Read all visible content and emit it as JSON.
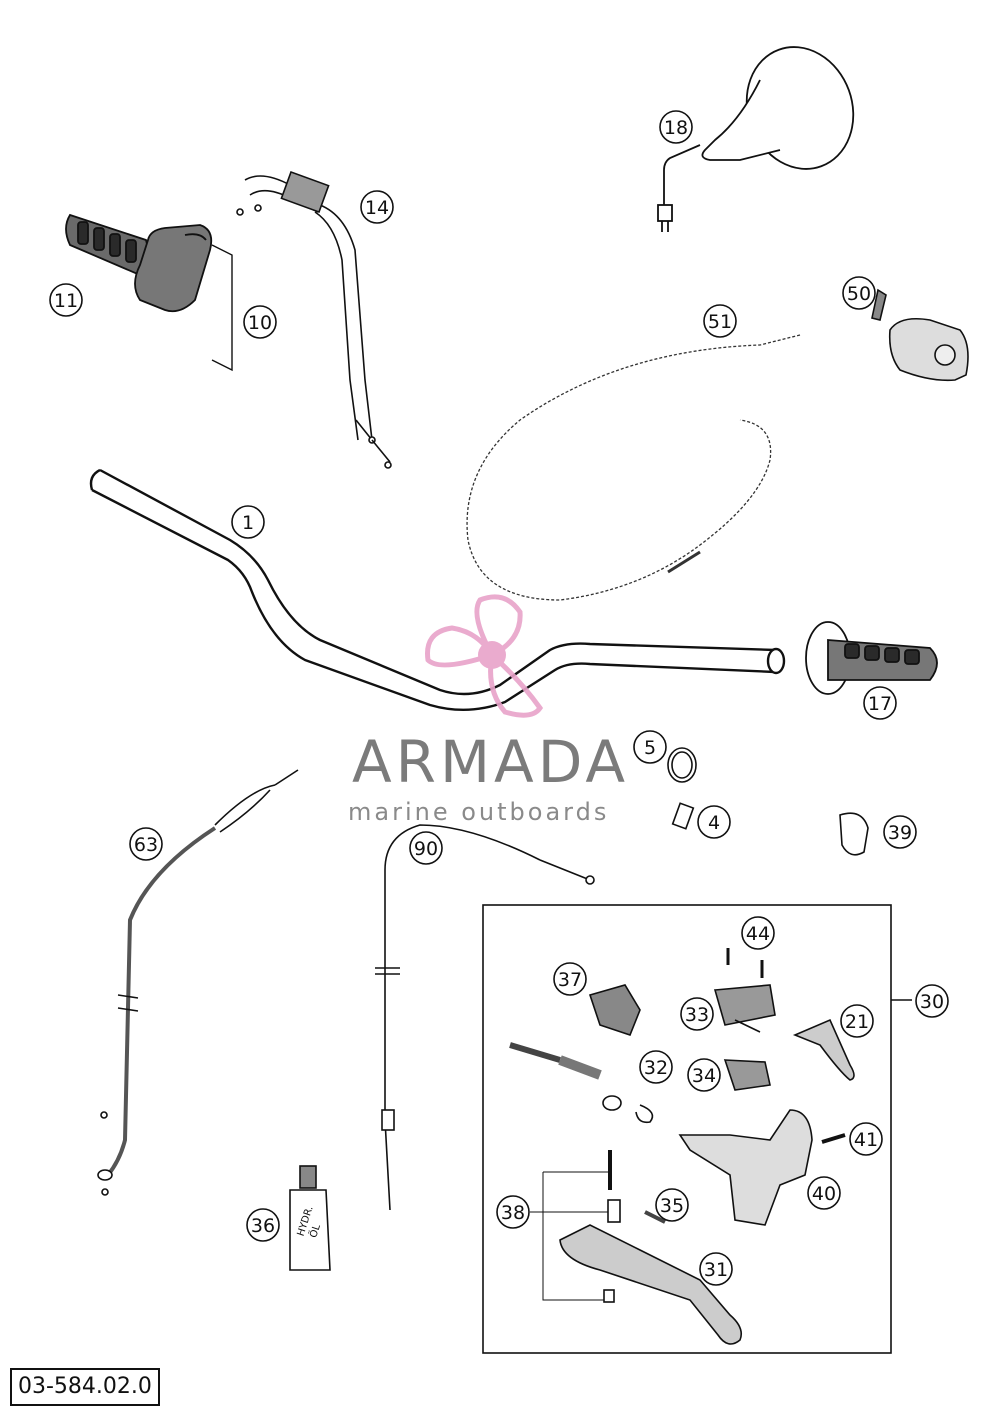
{
  "diagram": {
    "callouts": [
      {
        "id": "1",
        "label": "1"
      },
      {
        "id": "4",
        "label": "4"
      },
      {
        "id": "5",
        "label": "5"
      },
      {
        "id": "10",
        "label": "10"
      },
      {
        "id": "11",
        "label": "11"
      },
      {
        "id": "14",
        "label": "14"
      },
      {
        "id": "17",
        "label": "17"
      },
      {
        "id": "18",
        "label": "18"
      },
      {
        "id": "21",
        "label": "21"
      },
      {
        "id": "30",
        "label": "30"
      },
      {
        "id": "31",
        "label": "31"
      },
      {
        "id": "32",
        "label": "32"
      },
      {
        "id": "33",
        "label": "33"
      },
      {
        "id": "34",
        "label": "34"
      },
      {
        "id": "35",
        "label": "35"
      },
      {
        "id": "36",
        "label": "36"
      },
      {
        "id": "37",
        "label": "37"
      },
      {
        "id": "38",
        "label": "38"
      },
      {
        "id": "39",
        "label": "39"
      },
      {
        "id": "40",
        "label": "40"
      },
      {
        "id": "41",
        "label": "41"
      },
      {
        "id": "44",
        "label": "44"
      },
      {
        "id": "50",
        "label": "50"
      },
      {
        "id": "51",
        "label": "51"
      },
      {
        "id": "63",
        "label": "63"
      },
      {
        "id": "90",
        "label": "90"
      }
    ],
    "bottle_label_line1": "HYDR.",
    "bottle_label_line2": "ÖL",
    "drawing_code": "03-584.02.0"
  },
  "watermark": {
    "brand": "ARMADA",
    "tagline": "marine outboards",
    "logo_color": "#e8a3c9"
  },
  "colors": {
    "line": "#111111",
    "grip_fill": "#555555"
  }
}
